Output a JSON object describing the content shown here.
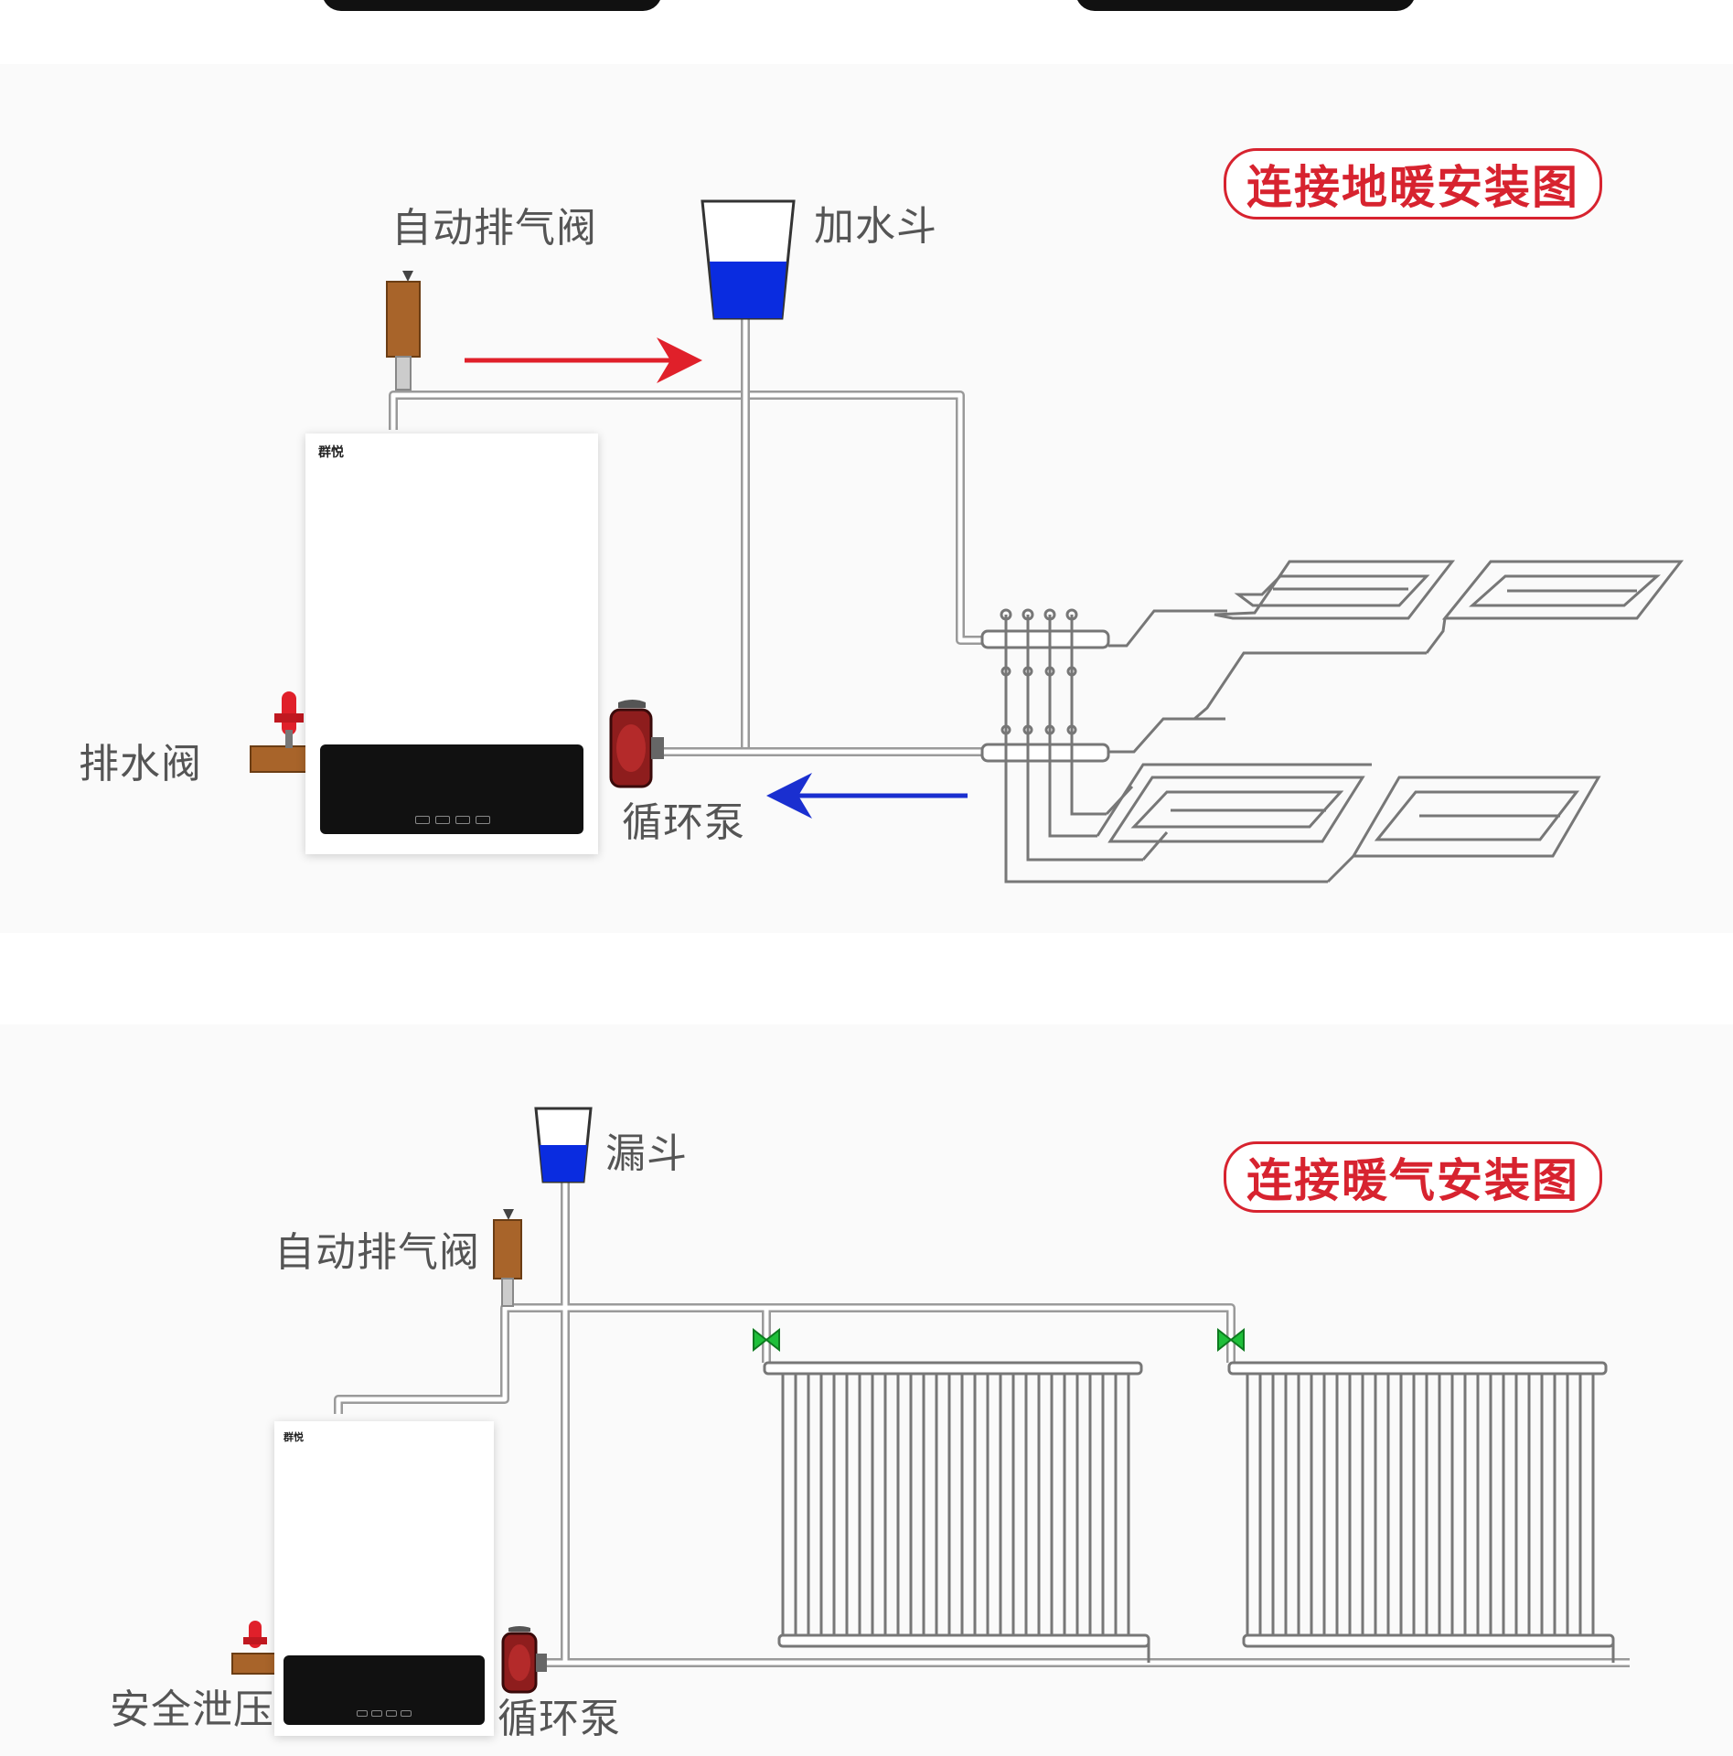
{
  "floor_heating": {
    "title": "连接地暖安装图",
    "labels": {
      "auto_vent_valve": "自动排气阀",
      "water_funnel": "加水斗",
      "drain_valve": "排水阀",
      "circulation_pump": "循环泵"
    },
    "boiler_brand": "群悦"
  },
  "radiator_heating": {
    "title": "连接暖气安装图",
    "labels": {
      "funnel": "漏斗",
      "auto_vent_valve": "自动排气阀",
      "safety_relief": "安全泄压",
      "circulation_pump": "循环泵"
    },
    "boiler_brand": "群悦"
  },
  "colors": {
    "title_red": "#d7232f",
    "flow_out_arrow": "#e0202a",
    "flow_return_arrow": "#1a2fd0",
    "funnel_water": "#0a2ce0",
    "valve_brown": "#a8642a",
    "radiator_valve_green": "#1fbf3a"
  }
}
